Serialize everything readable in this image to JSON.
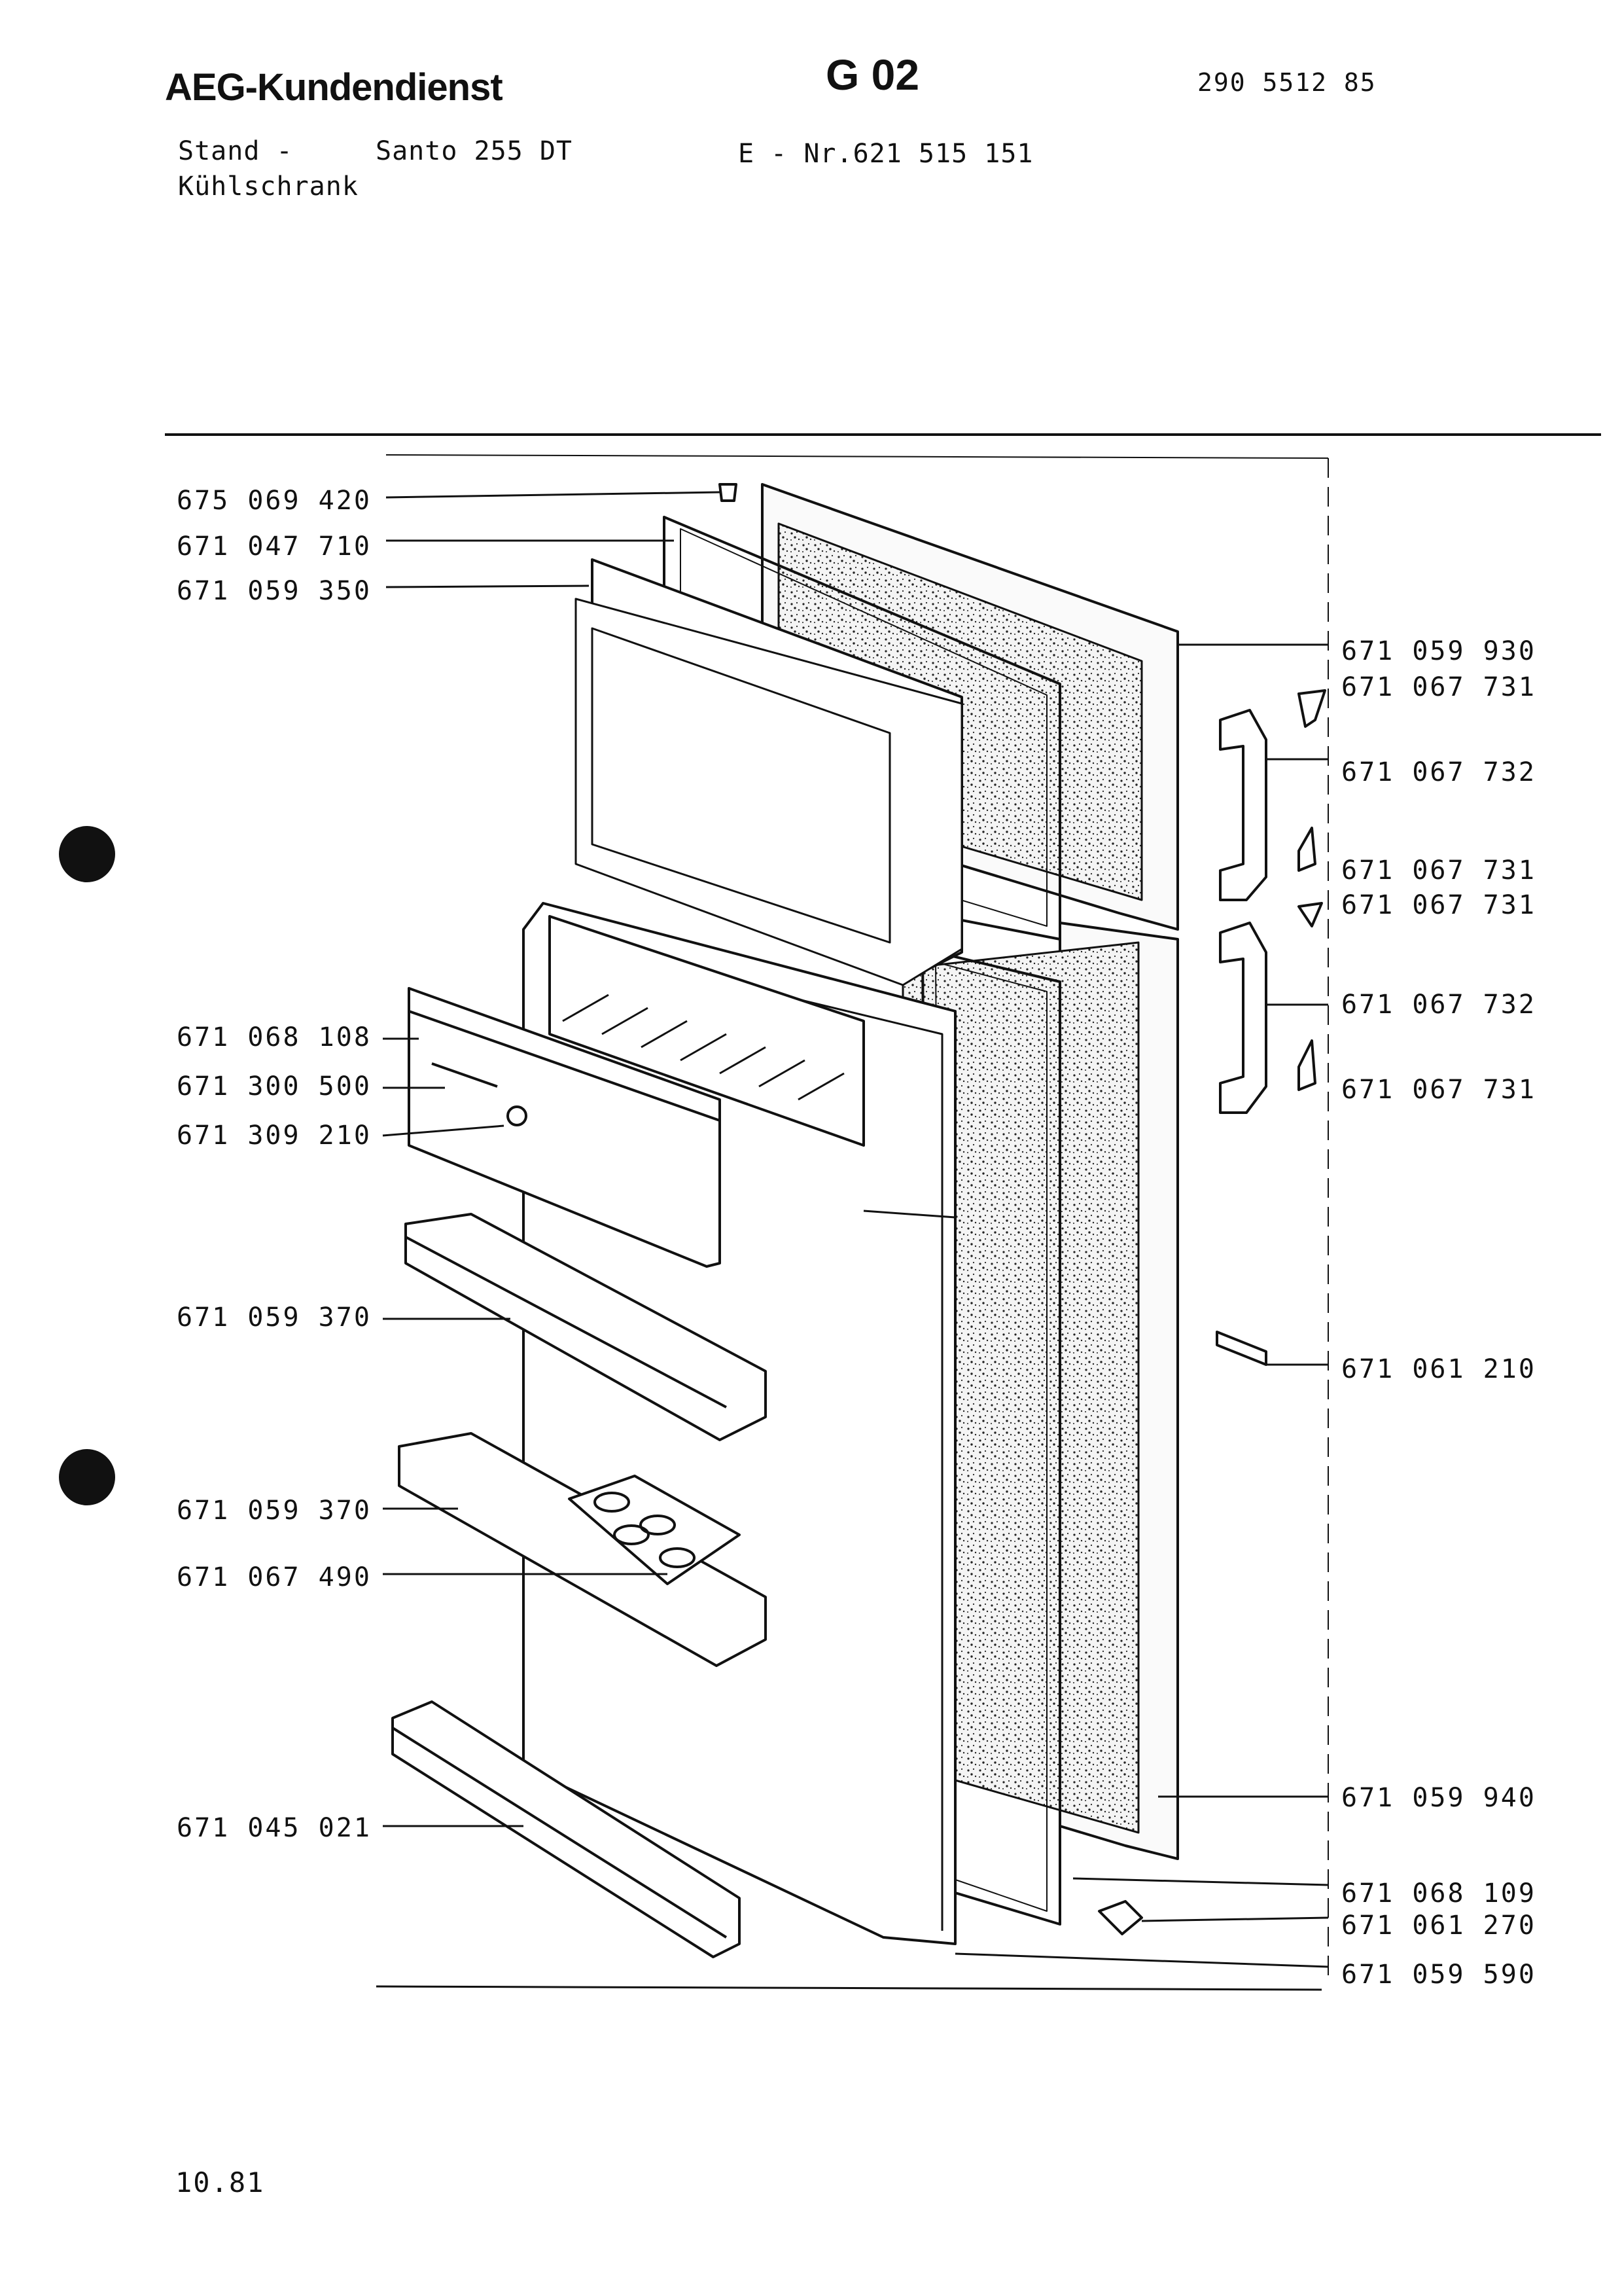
{
  "header": {
    "brand": "AEG-Kundendienst",
    "code": "G 02",
    "doc_number": "290 5512 85",
    "line1_left": "Stand -",
    "model": "Santo 255 DT",
    "e_number": "E - Nr.621 515 151",
    "line2_left": "Kühlschrank"
  },
  "parts_left": [
    "675 069 420",
    "671 047 710",
    "671 059 350",
    "671 068 108",
    "671 300 500",
    "671 309 210",
    "671 059 370",
    "671 059 370",
    "671 067 490",
    "671 045 021"
  ],
  "parts_right": [
    "671 059 930",
    "671 067 731",
    "671 067 732",
    "671 067 731",
    "671 067 731",
    "671 067 732",
    "671 067 731",
    "671 061 210",
    "671 059 940",
    "671 068 109",
    "671 061 270",
    "671 059 590"
  ],
  "footer": {
    "date": "10.81"
  }
}
